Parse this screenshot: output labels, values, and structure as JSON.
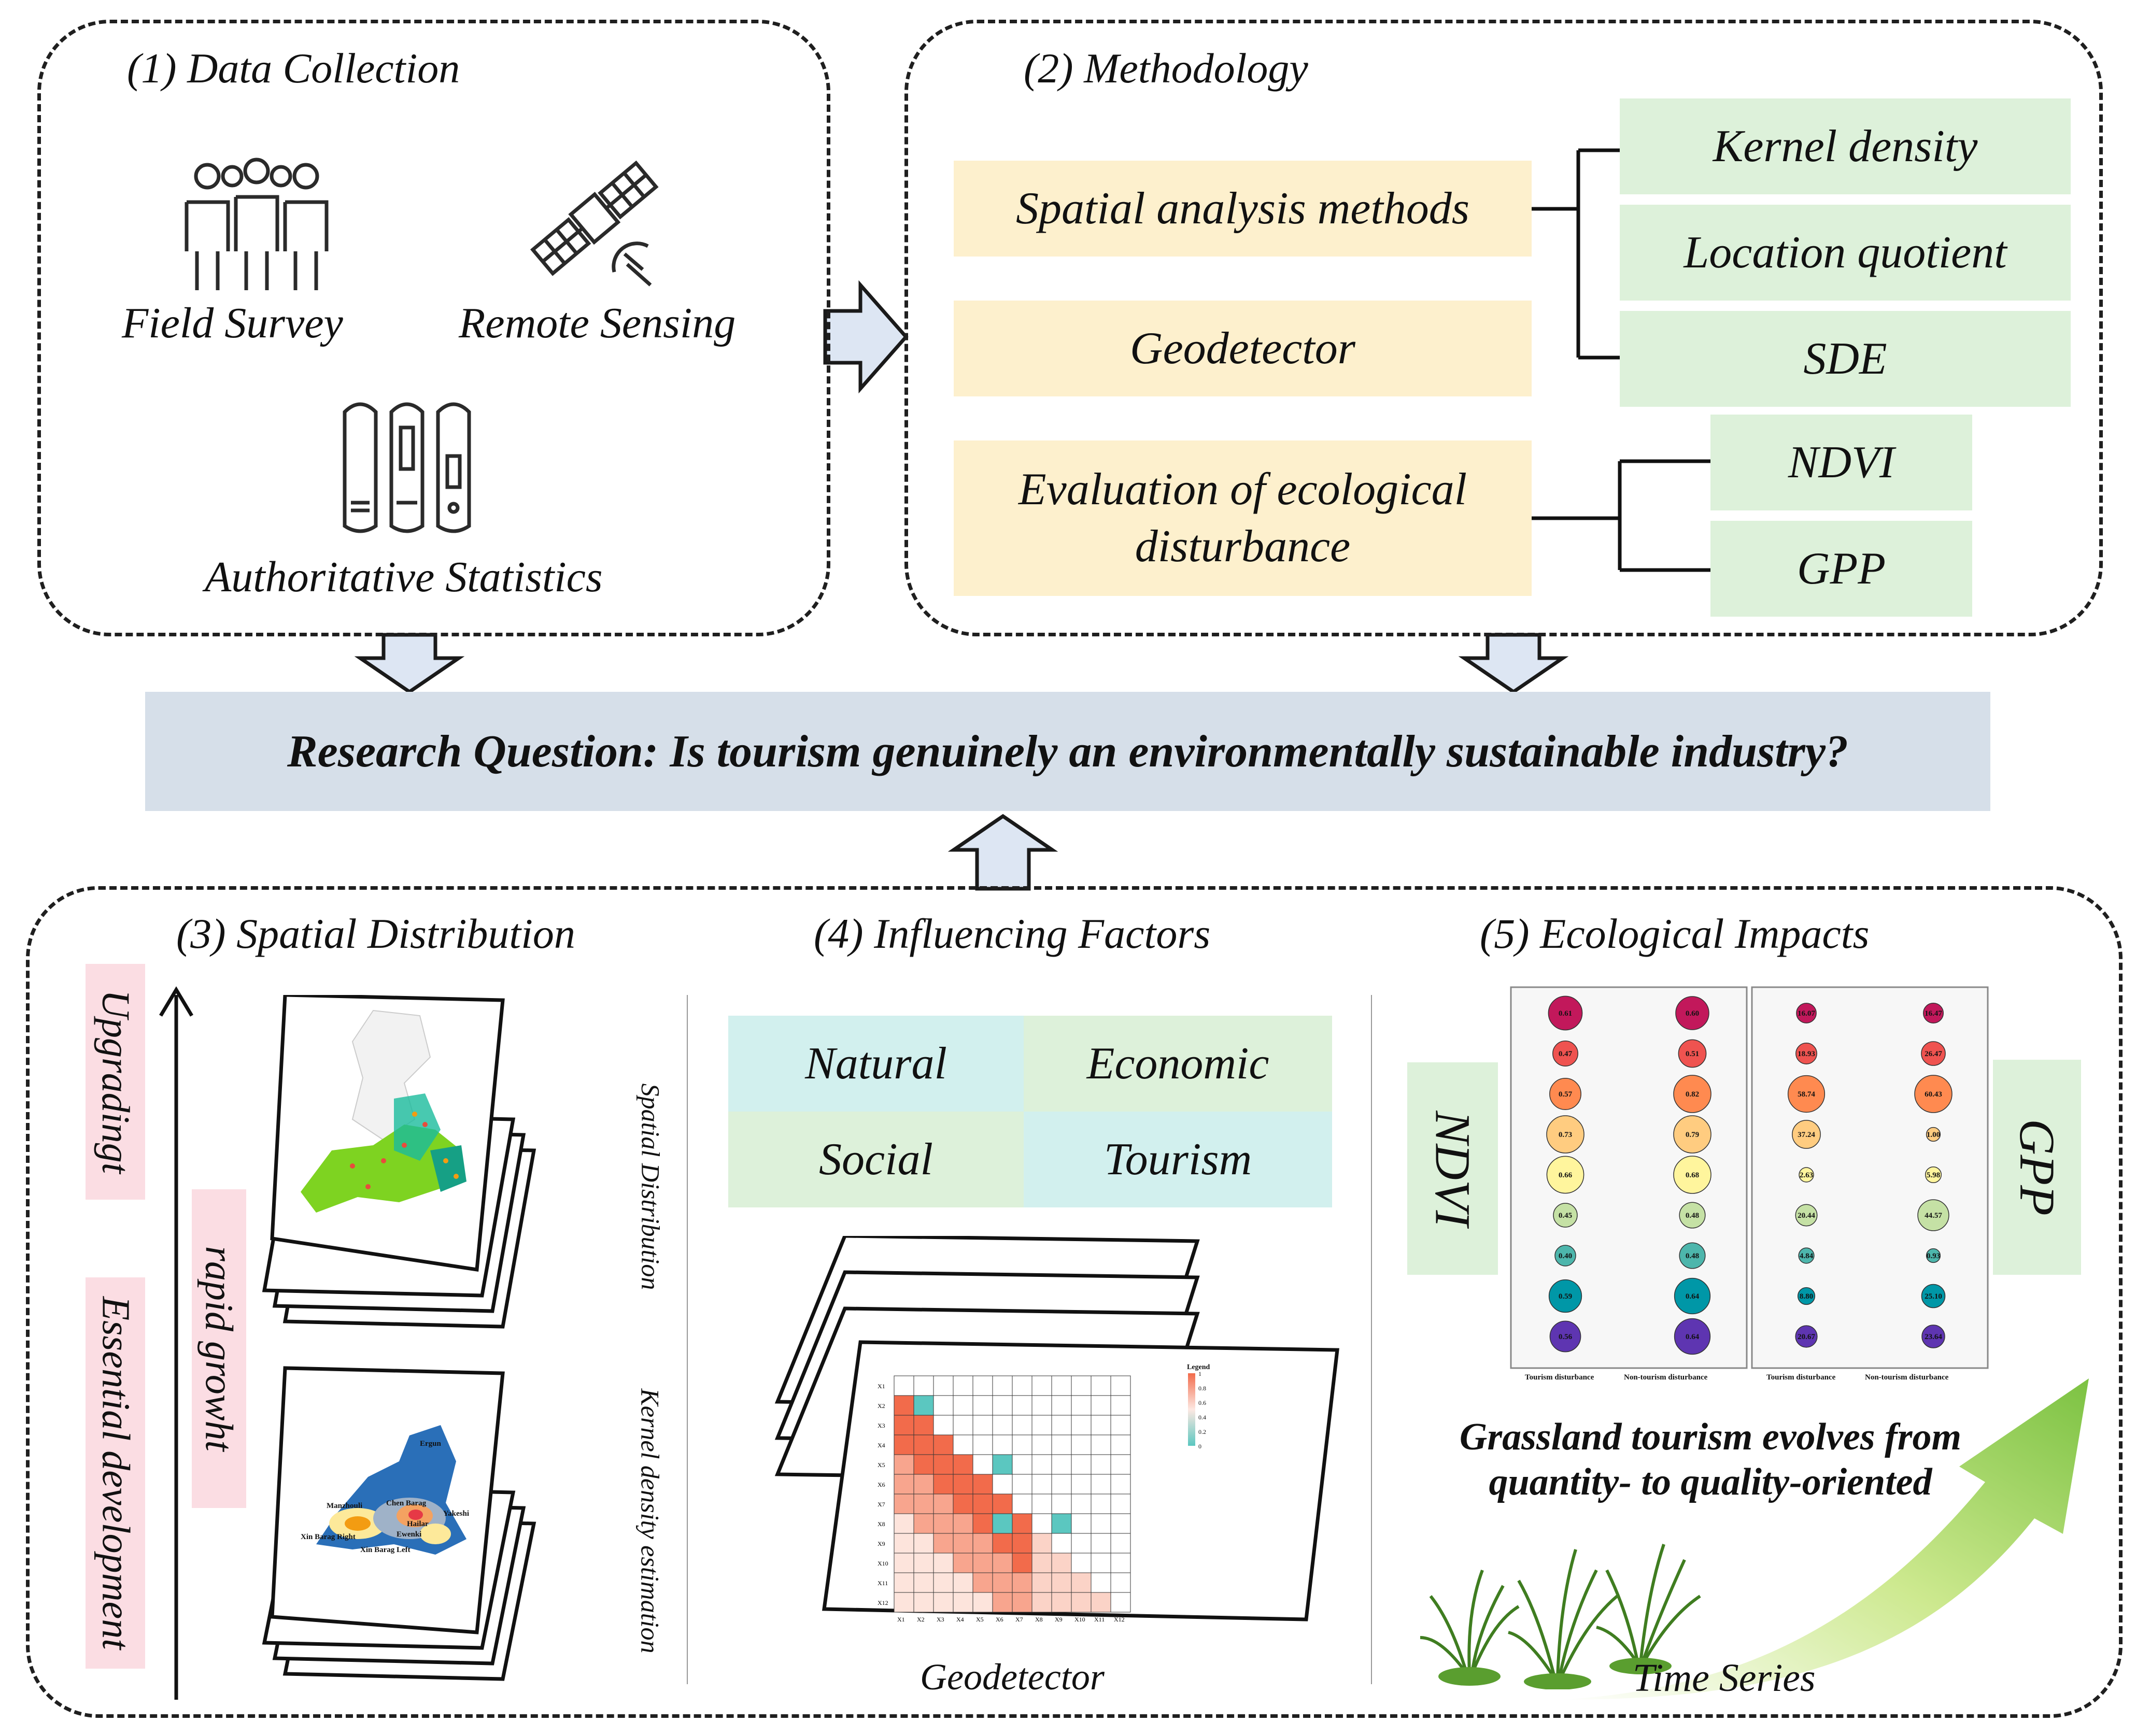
{
  "panel1": {
    "title": "(1) Data Collection",
    "items": [
      {
        "label": "Field Survey",
        "icon": "people-icon"
      },
      {
        "label": "Remote Sensing",
        "icon": "satellite-icon"
      },
      {
        "label": "Authoritative Statistics",
        "icon": "books-icon"
      }
    ]
  },
  "panel2": {
    "title": "(2) Methodology",
    "methods": [
      "Spatial analysis methods",
      "Geodetector",
      "Evaluation of ecological disturbance"
    ],
    "spatial_sub": [
      "Kernel density",
      "Location quotient",
      "SDE"
    ],
    "eco_sub": [
      "NDVI",
      "GPP"
    ]
  },
  "question": "Research Question: Is tourism genuinely an environmentally sustainable industry?",
  "panel3": {
    "title": "(3) Spatial Distribution",
    "stage_upper": "Upgradingt",
    "stage_lower": "Essential development",
    "stage_middle": "rapid growht",
    "side_label_top": "Spatial Distribution",
    "side_label_bottom": "Kernel density estimation",
    "map_labels": [
      "Ergun",
      "Manzhouli",
      "Chen Barag",
      "Hailar",
      "Yakeshi",
      "Xin Barag Right",
      "Ewenki",
      "Xin Barag Left"
    ]
  },
  "panel4": {
    "title": "(4) Influencing Factors",
    "factors": [
      "Natural",
      "Economic",
      "Social",
      "Tourism"
    ],
    "caption": "Geodetector",
    "legend_title": "Legend",
    "legend_ticks": [
      "1",
      "0.8",
      "0.6",
      "0.4",
      "0.2",
      "0"
    ],
    "row_labels": [
      "X1",
      "X2",
      "X3",
      "X4",
      "X5",
      "X6",
      "X7",
      "X8",
      "X9",
      "X10",
      "X11",
      "X12"
    ]
  },
  "panel5": {
    "title": "(5) Ecological Impacts",
    "left_label": "NDVI",
    "right_label": "GPP",
    "x_labels": [
      "Tourism disturbance",
      "Non-tourism disturbance"
    ],
    "ndvi_values": [
      [
        "0.61",
        "0.60"
      ],
      [
        "0.47",
        "0.51"
      ],
      [
        "0.57",
        "0.82"
      ],
      [
        "0.73",
        "0.79"
      ],
      [
        "0.66",
        "0.68"
      ],
      [
        "0.45",
        "0.48"
      ],
      [
        "0.40",
        "0.48"
      ],
      [
        "0.59",
        "0.64"
      ],
      [
        "0.56",
        "0.64"
      ]
    ],
    "gpp_values": [
      [
        "16.07",
        "16.47"
      ],
      [
        "18.93",
        "26.47"
      ],
      [
        "58.74",
        "60.43"
      ],
      [
        "37.24",
        "1.00"
      ],
      [
        "2.63",
        "5.98"
      ],
      [
        "20.44",
        "44.57"
      ],
      [
        "4.84",
        "0.93"
      ],
      [
        "8.80",
        "25.10"
      ],
      [
        "20.67",
        "23.64"
      ]
    ],
    "statement_line1": "Grassland tourism evolves from",
    "statement_line2": "quantity- to quality-oriented",
    "time_label": "Time Series"
  }
}
